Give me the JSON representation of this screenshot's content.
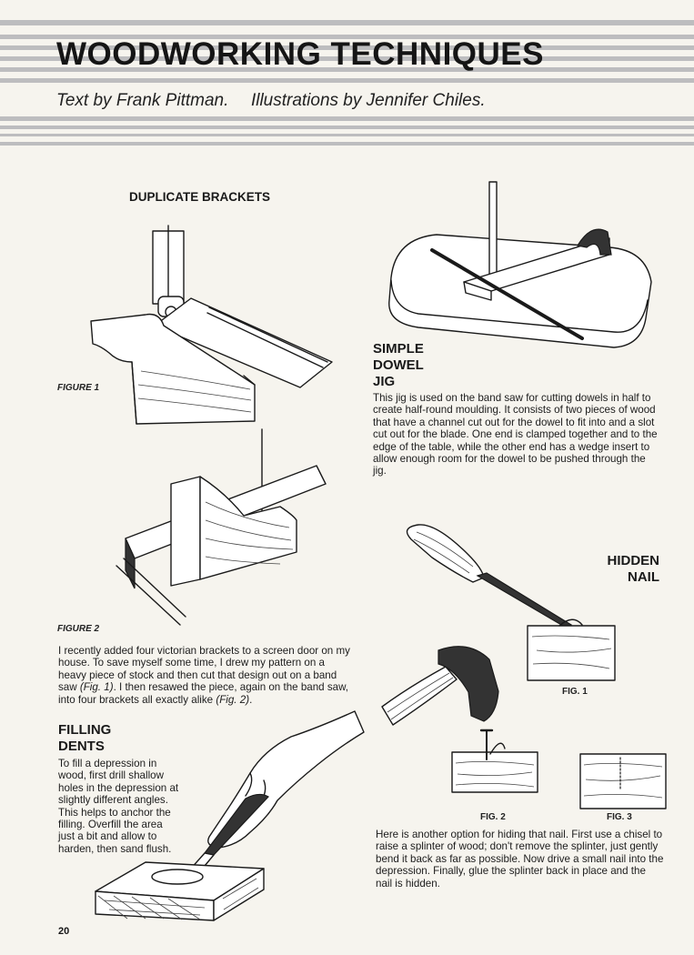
{
  "header": {
    "title": "WOODWORKING TECHNIQUES",
    "credit_text": "Text by Frank Pittman.",
    "credit_illus": "Illustrations by Jennifer Chiles."
  },
  "duplicate_brackets": {
    "heading": "DUPLICATE BRACKETS",
    "figure1_label": "FIGURE 1",
    "figure2_label": "FIGURE 2",
    "body": "I recently added four victorian brackets to a screen door on my house. To save myself some time, I drew my pattern on a heavy piece of stock and then cut that design out on a band saw (Fig. 1). I then resawed the piece, again on the band saw, into four brackets all exactly alike (Fig. 2).",
    "body_parts": [
      "I recently added four victorian brackets to a screen door on my house. To save myself some time, I drew my pattern on a heavy piece of stock and then cut that design out on a band saw ",
      "(Fig. 1)",
      ". I then resawed the piece, again on the band saw, into four brackets all exactly alike ",
      "(Fig. 2)",
      "."
    ]
  },
  "simple_dowel_jig": {
    "heading_lines": [
      "SIMPLE",
      "DOWEL",
      "JIG"
    ],
    "body": "This jig is used on the band saw for cutting dowels in half to create half-round moulding. It consists of two pieces of wood that have a channel cut out for the dowel to fit into and a slot cut out for the blade. One end is clamped together and to the edge of the table, while the other end has a wedge insert to allow enough room for the dowel to be pushed through the jig."
  },
  "hidden_nail": {
    "heading_lines": [
      "HIDDEN",
      "NAIL"
    ],
    "fig1": "FIG. 1",
    "fig2": "FIG. 2",
    "fig3": "FIG. 3",
    "body": "Here is another option for hiding that nail. First use a chisel to raise a splinter of wood; don't remove the splinter, just gently bend it back as far as possible. Now drive a small nail into the depression. Finally, glue the splinter back in place and the nail is hidden."
  },
  "filling_dents": {
    "heading_lines": [
      "FILLING",
      "DENTS"
    ],
    "body_lines": [
      "To fill a depression in",
      "wood, first drill shallow",
      "holes in the depression at",
      "slightly different angles.",
      "This helps to anchor the",
      "filling. Overfill the area",
      "just a bit and allow to",
      "harden, then sand flush."
    ]
  },
  "page_number": "20"
}
